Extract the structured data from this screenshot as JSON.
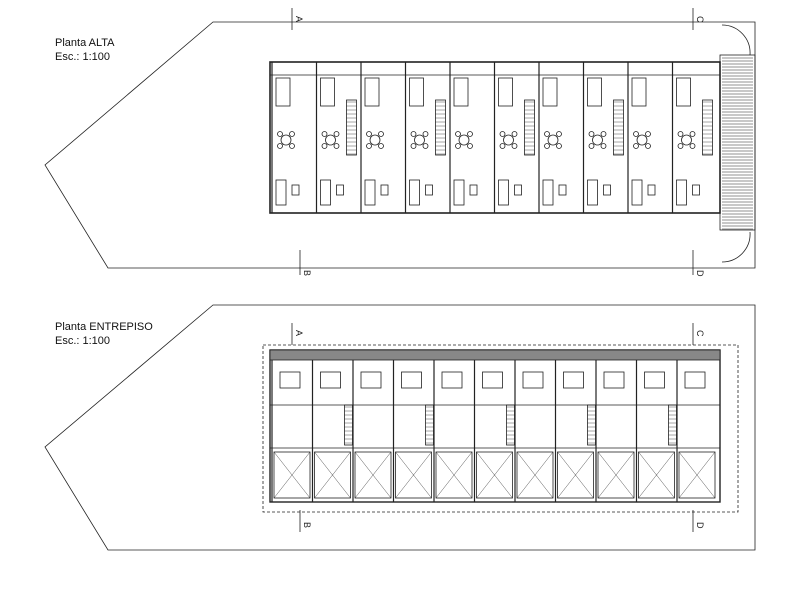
{
  "plans": [
    {
      "name": "Planta ALTA",
      "scale": "Esc.: 1:100",
      "markers": {
        "a": "A",
        "b": "B",
        "c": "C",
        "d": "D"
      }
    },
    {
      "name": "Planta ENTREPISO",
      "scale": "Esc.: 1:100",
      "markers": {
        "a": "A",
        "b": "B",
        "c": "C",
        "d": "D"
      }
    }
  ],
  "colors": {
    "line": "#222222",
    "background": "#ffffff"
  }
}
